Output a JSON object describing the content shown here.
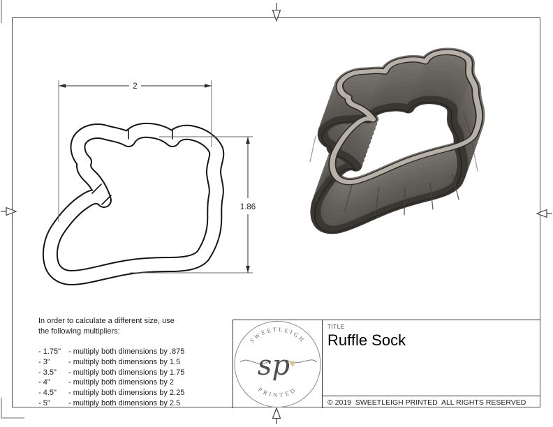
{
  "page": {
    "background": "#ffffff",
    "border_color": "#4d4d4d"
  },
  "drawing_2d": {
    "shape": "ruffle-sock-outline",
    "width_label": "2",
    "height_label": "1.86"
  },
  "render_3d": {
    "shape": "ruffle-sock-cookie-cutter",
    "body_color": "#6b6763",
    "rim_color": "#b6b0a9",
    "base_color": "#3a3733",
    "outline_color": "#2e2b27"
  },
  "multipliers": {
    "intro_line1": "In order to calculate a different size, use",
    "intro_line2": "the following multipliers:",
    "items": [
      {
        "size": "- 1.75\"",
        "desc": "- multiply both dimensions by .875"
      },
      {
        "size": "- 3\"",
        "desc": "- multiply both dimensions by 1.5"
      },
      {
        "size": "- 3.5\"",
        "desc": "- multiply both dimensions by 1.75"
      },
      {
        "size": "- 4\"",
        "desc": "- multiply both dimensions by 2"
      },
      {
        "size": "- 4.5\"",
        "desc": "- multiply both dimensions by 2.25"
      },
      {
        "size": "- 5\"",
        "desc": "- multiply both dimensions by 2.5"
      }
    ]
  },
  "title_block": {
    "title_label": "TITLE",
    "title": "Ruffle Sock",
    "copyright": "© 2019  SWEETLEIGH PRINTED  ALL RIGHTS RESERVED"
  },
  "logo": {
    "top_text": "SWEETLEIGH",
    "bottom_text": "PRINTED",
    "monogram": "sp",
    "heart": "♥",
    "accent_color": "#d9c08c"
  }
}
